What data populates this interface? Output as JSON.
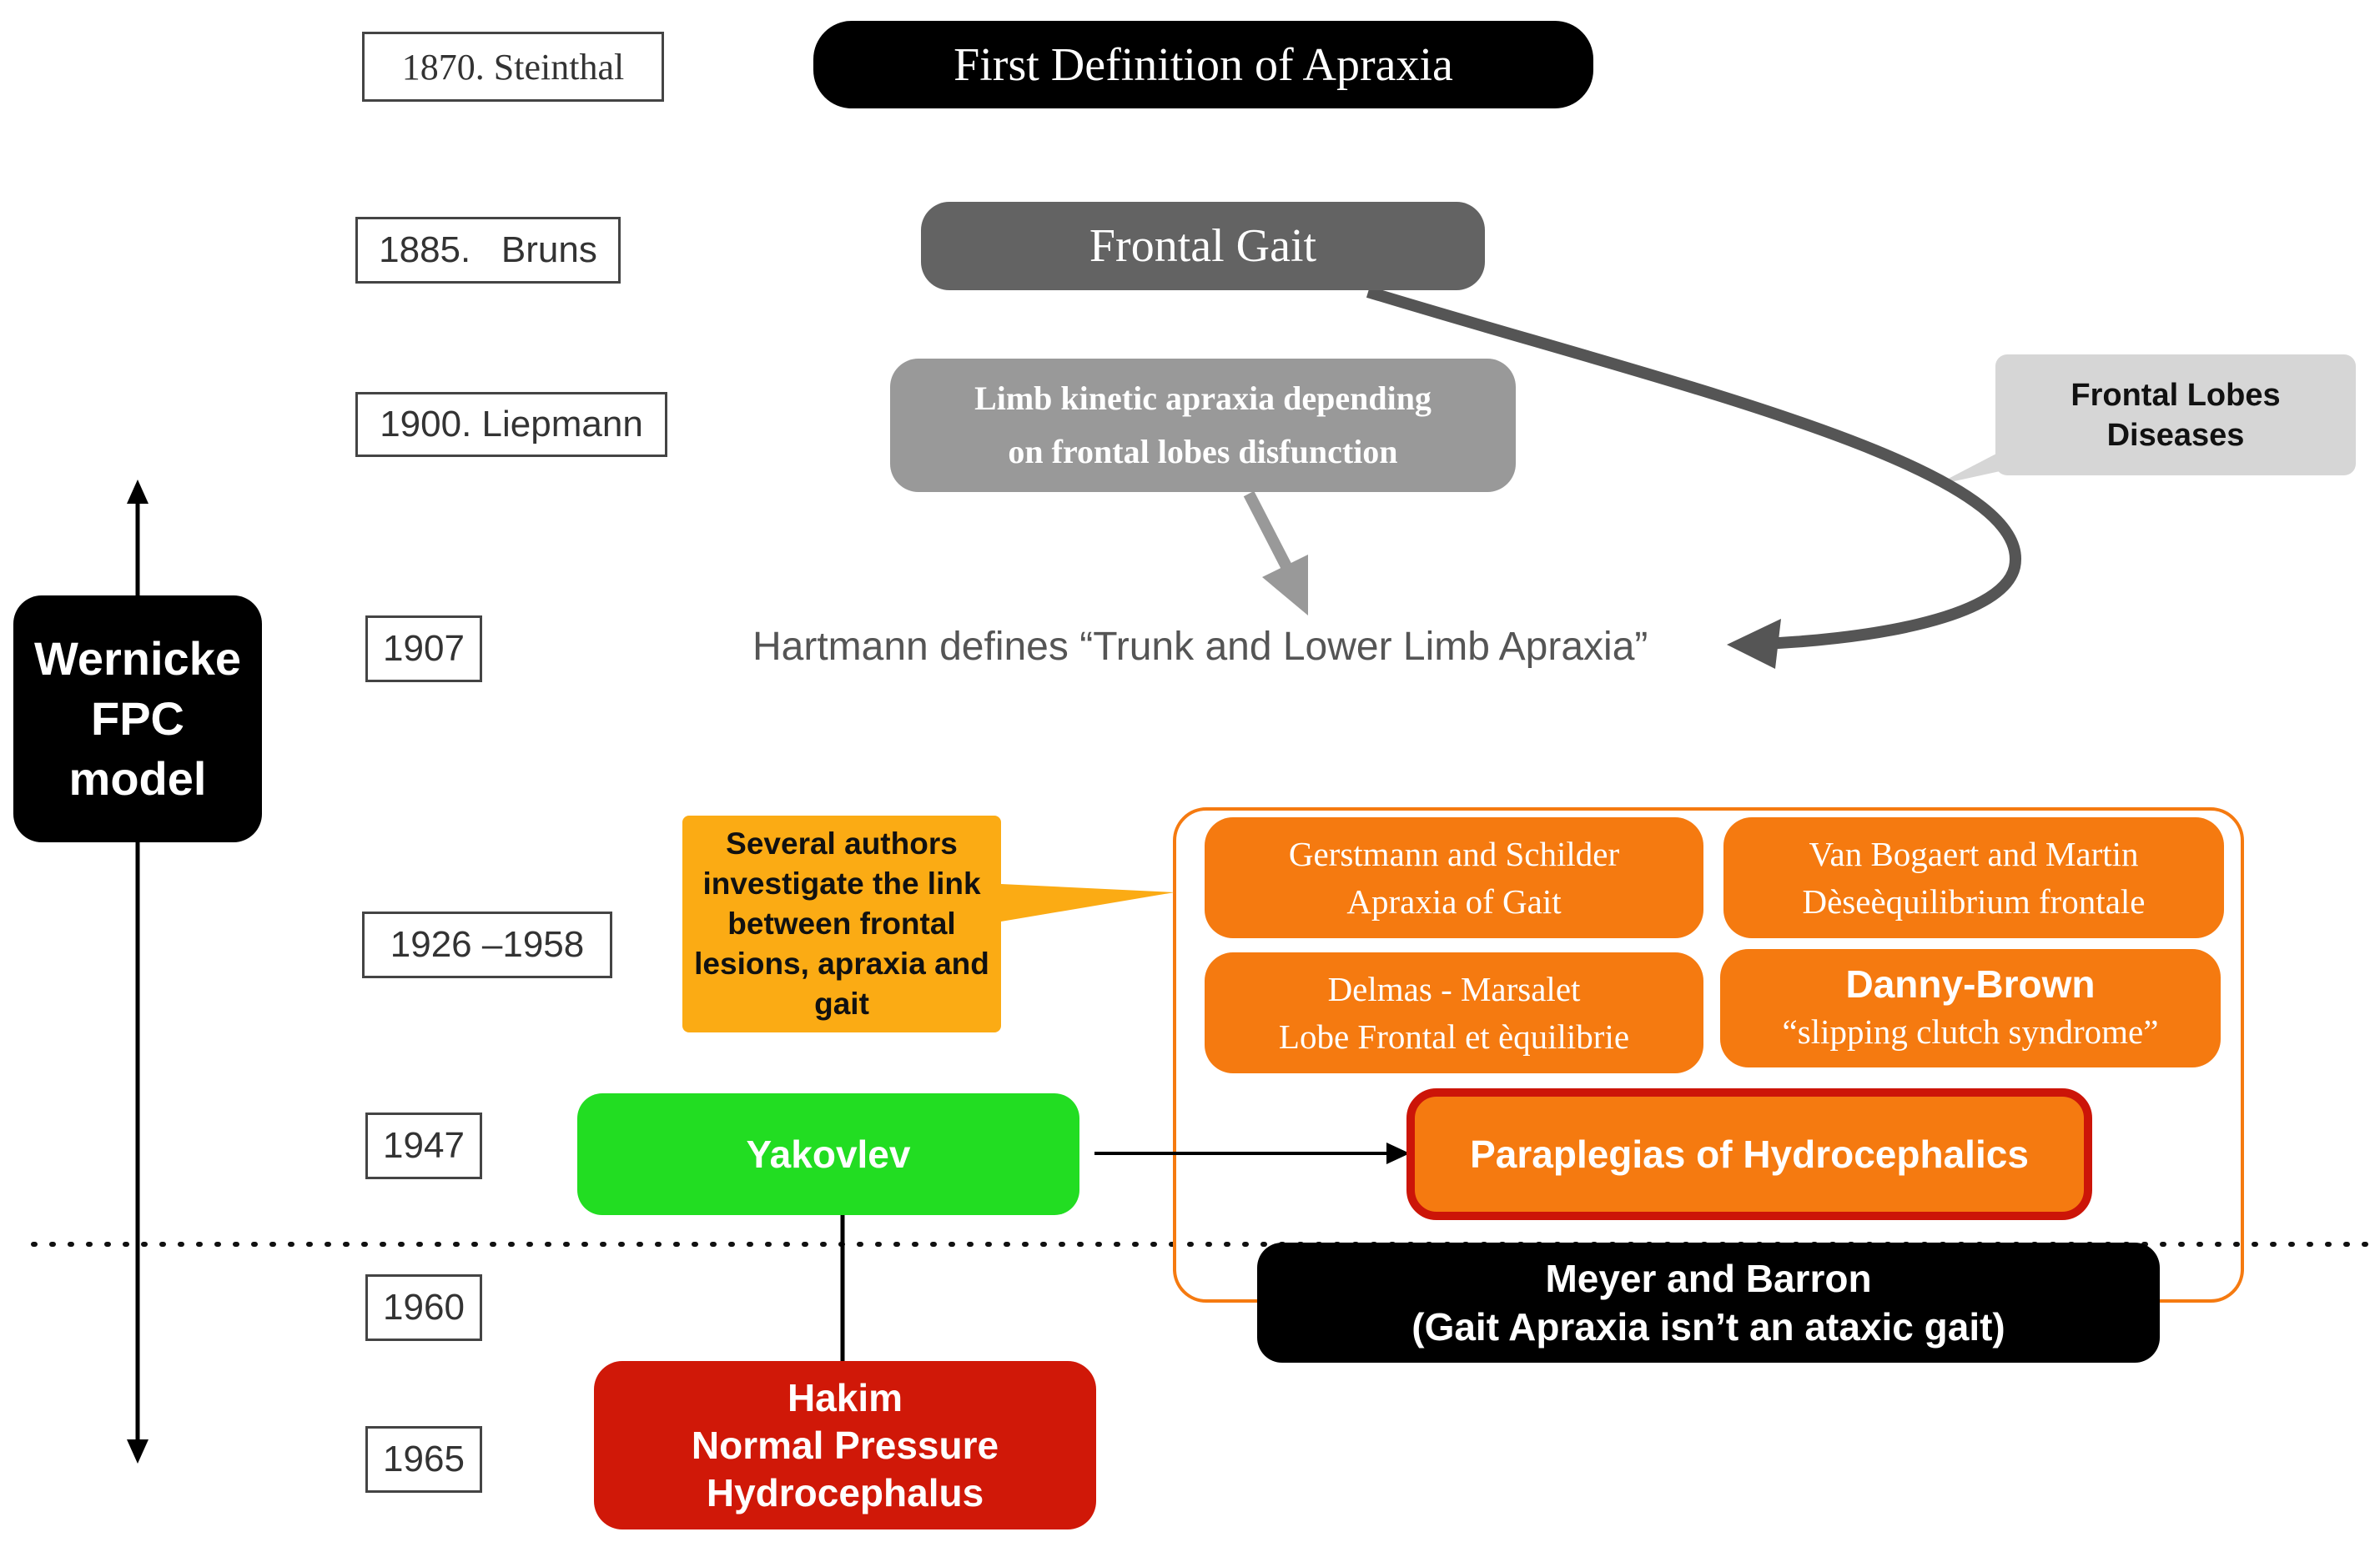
{
  "years": {
    "y1870": "1870. Steinthal",
    "y1885": "1885.   Bruns",
    "y1900": "1900. Liepmann",
    "y1907": "1907",
    "y1926": "1926 –1958",
    "y1947": "1947",
    "y1960": "1960",
    "y1965": "1965"
  },
  "nodes": {
    "first_definition": "First Definition of Apraxia",
    "frontal_gait": "Frontal Gait",
    "limb_kinetic": [
      "Limb kinetic apraxia depending",
      "on frontal lobes disfunction"
    ],
    "frontal_lobes_diseases": [
      "Frontal Lobes",
      "Diseases"
    ],
    "hartmann": "Hartmann defines “Trunk and Lower Limb Apraxia”",
    "wernicke": [
      "Wernicke",
      "FPC",
      "model"
    ],
    "several_authors": [
      "Several authors",
      "investigate the  link",
      "between frontal",
      "lesions,  apraxia and",
      "gait"
    ],
    "gerstmann": [
      "Gerstmann and Schilder",
      "Apraxia of Gait"
    ],
    "van_bogaert": [
      "Van Bogaert and Martin",
      "Dèseèquilibrium frontale"
    ],
    "delmas": [
      "Delmas - Marsalet",
      "Lobe Frontal et èquilibrie"
    ],
    "danny_brown": [
      "Danny-Brown",
      "“slipping clutch syndrome”"
    ],
    "yakovlev": "Yakovlev",
    "paraplegias": "Paraplegias of Hydrocephalics",
    "meyer": [
      "Meyer and Barron",
      "(Gait Apraxia isn’t an ataxic gait)"
    ],
    "hakim": [
      "Hakim",
      "Normal Pressure",
      "Hydrocephalus"
    ]
  },
  "colors": {
    "black": "#000000",
    "dark_gray": "#636363",
    "light_gray": "#999999",
    "callout_gray": "#d6d6d6",
    "amber": "#fbab14",
    "orange": "#f57a10",
    "green": "#22dd22",
    "red": "#d01808",
    "group_outline": "#f57a10"
  }
}
